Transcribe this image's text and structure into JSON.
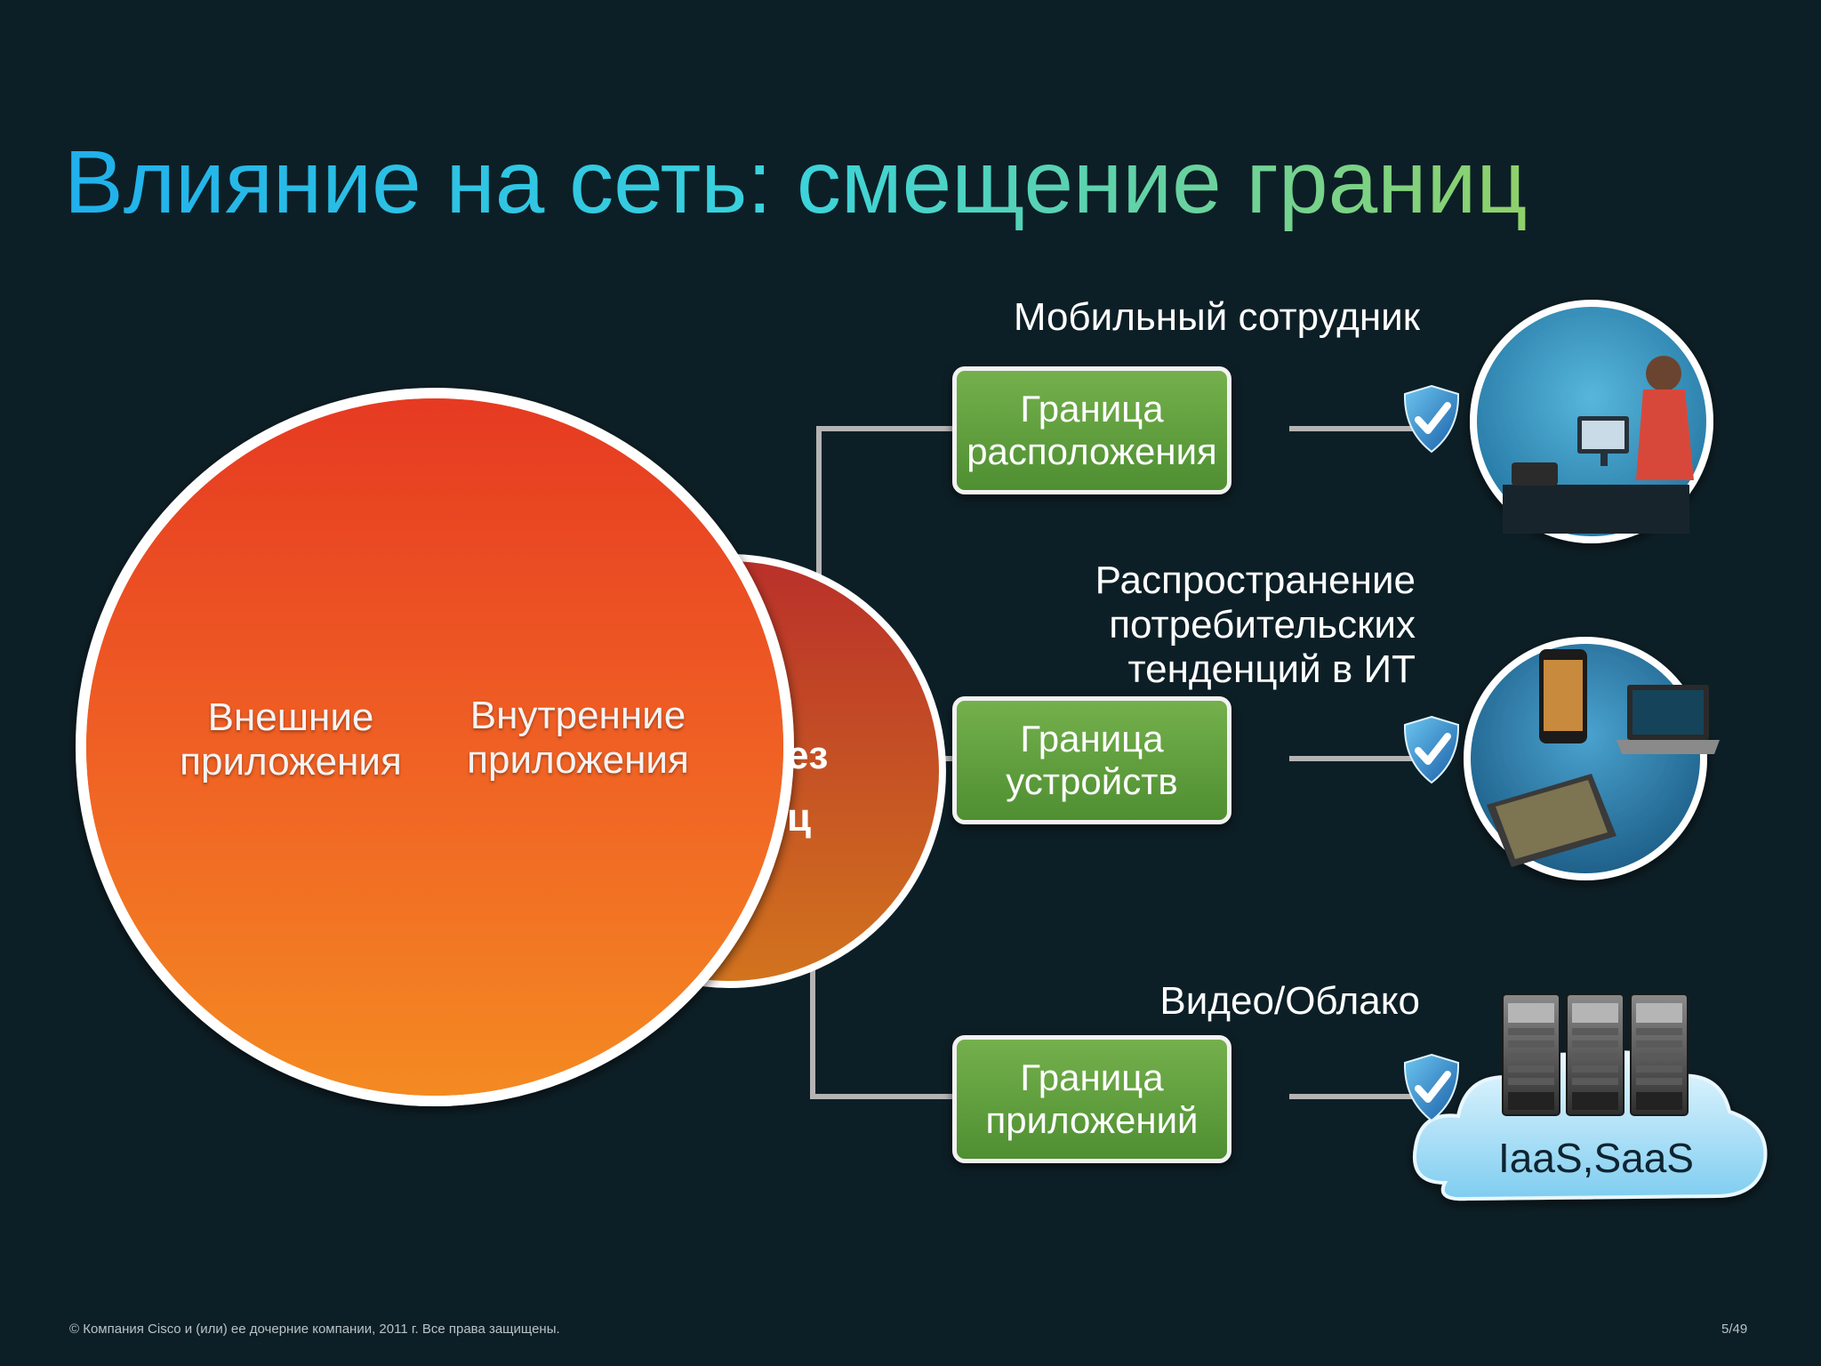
{
  "slide": {
    "title": "Влияние на сеть: смещение границ",
    "footer": "© Компания Cisco и (или) ее дочерние компании, 2011 г. Все права защищены.",
    "page_number": "5/49"
  },
  "left_circle": {
    "external_apps_label": "Внешние\nприложения",
    "internal_apps_label": "Внутренние\nприложения",
    "partially_hidden_text": "ез\nц"
  },
  "rows": [
    {
      "caption": "Мобильный сотрудник",
      "box_label": "Граница\nрасположения"
    },
    {
      "caption": "Распространение\nпотребительских\nтенденций в ИТ",
      "box_label": "Граница\nустройств"
    },
    {
      "caption": "Видео/Облако",
      "box_label": "Граница\nприложений"
    }
  ],
  "cloud_label": "IaaS,SaaS",
  "icons": [
    "server-rack-icon",
    "shield-check-icon",
    "business-people-icon",
    "call-center-agent-icon",
    "smartphone-icon",
    "laptop-icon",
    "tablet-icon",
    "cloud-icon"
  ],
  "colors": {
    "background": "#0d1f26",
    "title_gradient": [
      "#1fb0ec",
      "#3bd3dc",
      "#8fd16a"
    ],
    "circle_orange": "#f05a24",
    "box_green": "#5f9e3c",
    "shield_blue": "#2a7fc0",
    "connector_gray": "#b4b4b4"
  }
}
